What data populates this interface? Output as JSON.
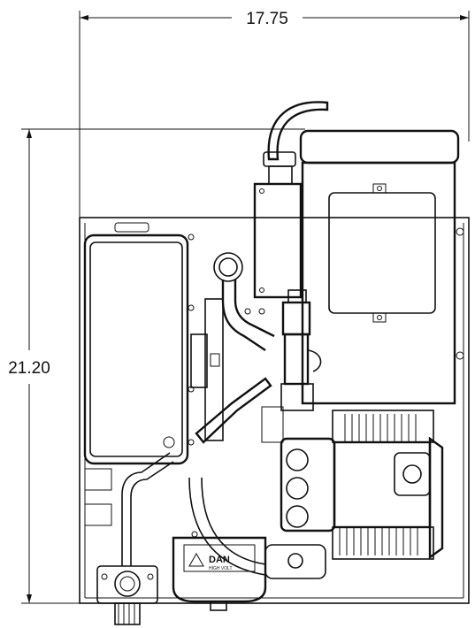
{
  "dimensions": {
    "width_label": "17.75",
    "height_label": "21.20"
  },
  "labels": {
    "warning_word": "DAN",
    "warning_sub": "HIGH VOLT"
  },
  "colors": {
    "line": "#111111",
    "background": "#ffffff"
  }
}
